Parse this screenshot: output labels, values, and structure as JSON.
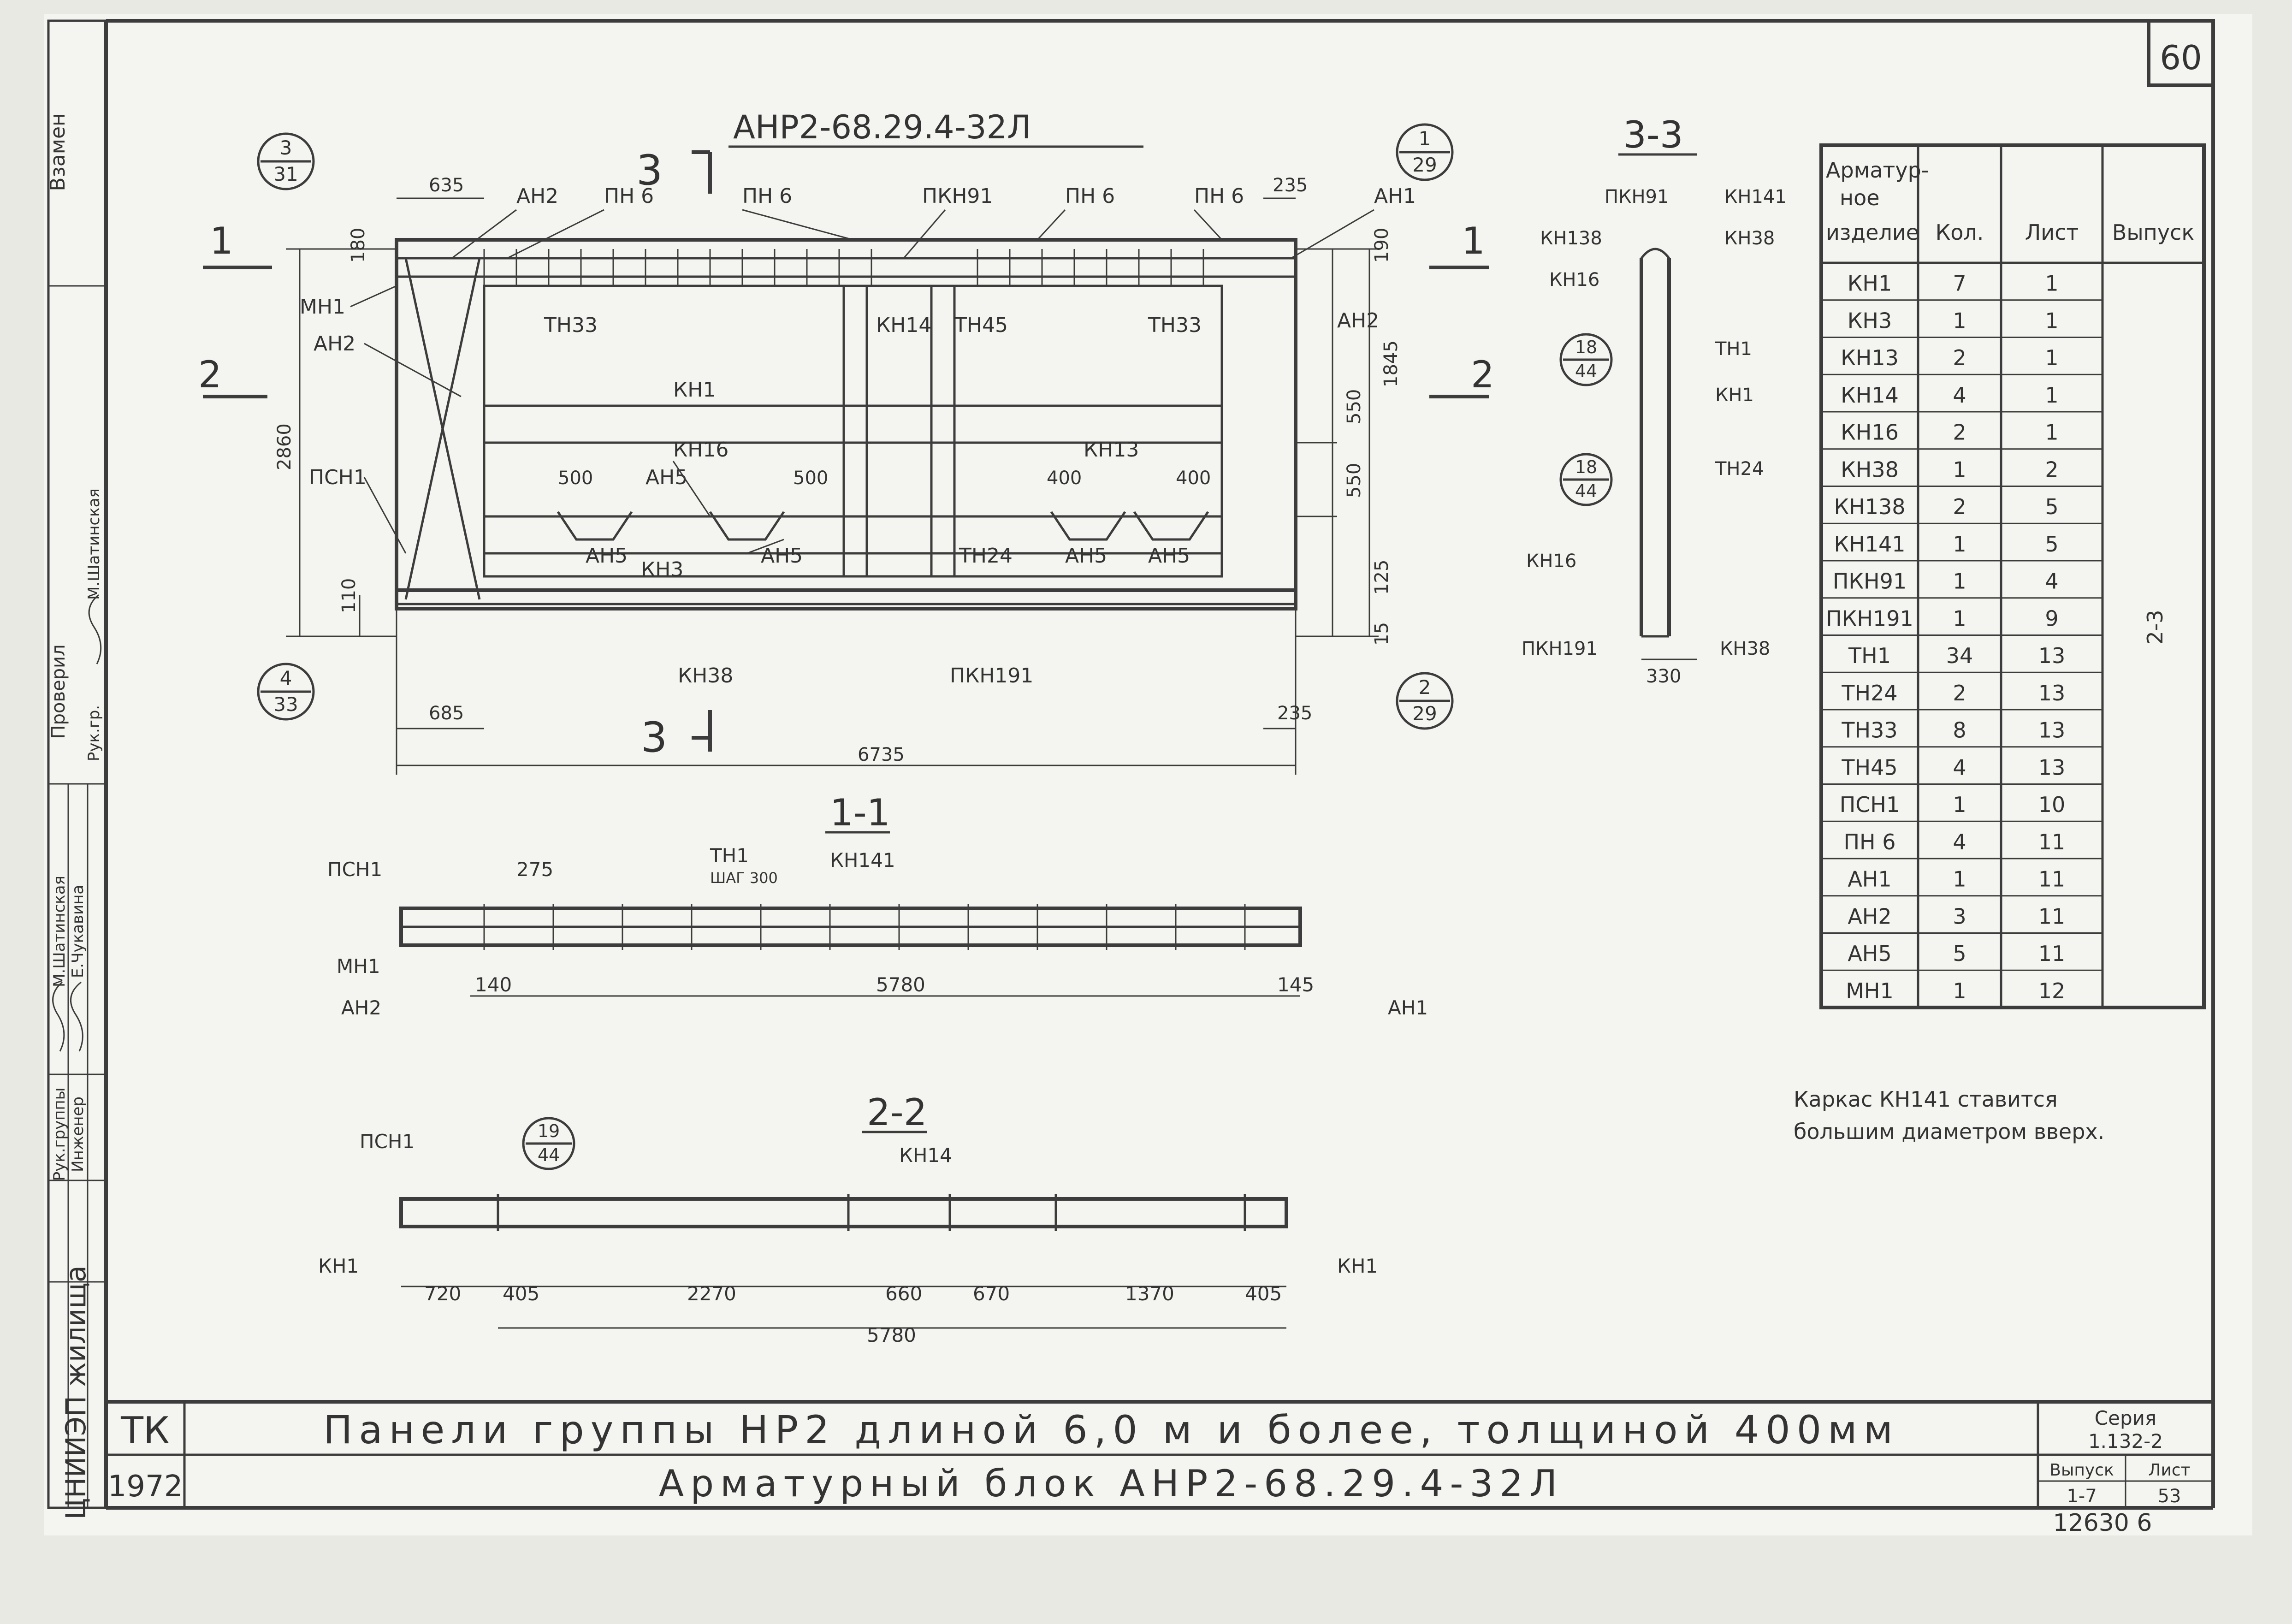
{
  "sheet": {
    "corner_number": "60",
    "bottom_note": "12630 6"
  },
  "main_view": {
    "title": "АНР2-68.29.4-32Л",
    "section_marks": {
      "s1_left": "1",
      "s1_right": "1",
      "s2_left": "2",
      "s2_right": "2",
      "s3_top": "3",
      "s3_bottom": "3"
    },
    "callouts": [
      {
        "top": "3",
        "bottom": "31"
      },
      {
        "top": "1",
        "bottom": "29"
      },
      {
        "top": "4",
        "bottom": "33"
      },
      {
        "top": "2",
        "bottom": "29"
      }
    ],
    "labels": {
      "ah2_top": "АН2",
      "pn6_a": "ПН 6",
      "pn6_b": "ПН 6",
      "pkn91": "ПКН91",
      "pn6_c": "ПН 6",
      "pn6_d": "ПН 6",
      "ah1": "АН1",
      "mn1": "МН1",
      "ah2_left": "АН2",
      "psn1": "ПСН1",
      "tn33_left": "ТН33",
      "kn14": "КН14",
      "tn45": "ТН45",
      "tn33_right": "ТН33",
      "ah2_right": "АН2",
      "kn1": "КН1",
      "kn16": "КН16",
      "kn13": "КН13",
      "ah5_a": "АН5",
      "ah5_b": "АН5",
      "kn3": "КН3",
      "ah5_c": "АН5",
      "tn24": "ТН24",
      "ah5_d": "АН5",
      "ah5_e": "АН5",
      "kn38": "КН38",
      "pkn191": "ПКН191"
    },
    "dims": {
      "d635": "635",
      "d235_top": "235",
      "d180": "180",
      "d190": "190",
      "d2860": "2860",
      "d1845": "1845",
      "d550_a": "550",
      "d550_b": "550",
      "d500_a": "500",
      "d500_b": "500",
      "d400_a": "400",
      "d400_b": "400",
      "d110": "110",
      "d125": "125",
      "d15": "15",
      "d685": "685",
      "d235_bot": "235",
      "d6735": "6735"
    }
  },
  "section_33": {
    "title": "3-3",
    "callouts": [
      {
        "top": "18",
        "bottom": "44"
      },
      {
        "top": "18",
        "bottom": "44"
      }
    ],
    "labels": {
      "pkn91": "ПКН91",
      "kn141": "КН141",
      "kn138": "КН138",
      "kn38_r": "КН38",
      "kn16_a": "КН16",
      "tn1": "ТН1",
      "kn1": "КН1",
      "tn24": "ТН24",
      "kn16_b": "КН16",
      "pkn191": "ПКН191",
      "kn38_b": "КН38"
    },
    "dims": {
      "d330": "330"
    }
  },
  "section_11": {
    "title": "1-1",
    "labels": {
      "psn1": "ПСН1",
      "tn1": "ТН1",
      "shag": "ШАГ 300",
      "kn141": "КН141",
      "mn1": "МН1",
      "ah2": "АН2",
      "ah1": "АН1"
    },
    "dims": {
      "d275": "275",
      "d140": "140",
      "d5780": "5780",
      "d145": "145"
    }
  },
  "section_22": {
    "title": "2-2",
    "callout": {
      "top": "19",
      "bottom": "44"
    },
    "labels": {
      "psn1": "ПСН1",
      "kn14": "КН14",
      "kn1_l": "КН1",
      "kn1_r": "КН1"
    },
    "dims": {
      "d720": "720",
      "d405_a": "405",
      "d2270": "2270",
      "d660": "660",
      "d670": "670",
      "d1370": "1370",
      "d405_b": "405",
      "d5780": "5780"
    }
  },
  "spec_table": {
    "headers": {
      "item_l1": "Арматур-",
      "item_l2": "ное",
      "item_l3": "изделие",
      "qty": "Кол.",
      "sheet": "Лист",
      "issue": "Выпуск"
    },
    "issue_value": "2-3",
    "rows": [
      {
        "item": "КН1",
        "qty": "7",
        "sheet": "1"
      },
      {
        "item": "КН3",
        "qty": "1",
        "sheet": "1"
      },
      {
        "item": "КН13",
        "qty": "2",
        "sheet": "1"
      },
      {
        "item": "КН14",
        "qty": "4",
        "sheet": "1"
      },
      {
        "item": "КН16",
        "qty": "2",
        "sheet": "1"
      },
      {
        "item": "КН38",
        "qty": "1",
        "sheet": "2"
      },
      {
        "item": "КН138",
        "qty": "2",
        "sheet": "5"
      },
      {
        "item": "КН141",
        "qty": "1",
        "sheet": "5"
      },
      {
        "item": "ПКН91",
        "qty": "1",
        "sheet": "4"
      },
      {
        "item": "ПКН191",
        "qty": "1",
        "sheet": "9"
      },
      {
        "item": "ТН1",
        "qty": "34",
        "sheet": "13"
      },
      {
        "item": "ТН24",
        "qty": "2",
        "sheet": "13"
      },
      {
        "item": "ТН33",
        "qty": "8",
        "sheet": "13"
      },
      {
        "item": "ТН45",
        "qty": "4",
        "sheet": "13"
      },
      {
        "item": "ПСН1",
        "qty": "1",
        "sheet": "10"
      },
      {
        "item": "ПН 6",
        "qty": "4",
        "sheet": "11"
      },
      {
        "item": "АН1",
        "qty": "1",
        "sheet": "11"
      },
      {
        "item": "АН2",
        "qty": "3",
        "sheet": "11"
      },
      {
        "item": "АН5",
        "qty": "5",
        "sheet": "11"
      },
      {
        "item": "МН1",
        "qty": "1",
        "sheet": "12"
      }
    ]
  },
  "note": {
    "line1": "Каркас КН141 ставится",
    "line2": "большим диаметром вверх."
  },
  "left_stamp": {
    "top_label": "Взамен",
    "org": "ЦНИИЭП жилища",
    "roles": [
      "Рук.группы",
      "Инженер"
    ],
    "names_1": [
      "М.Шатинская",
      "Е.Чукавина"
    ],
    "check_header": "Проверил",
    "check_roles": [
      "Рук.гр."
    ],
    "check_names": [
      "М.Шатинская"
    ]
  },
  "title_block": {
    "org": "ТК",
    "year": "1972",
    "line1": "Панели группы НР2 длиной 6,0 м и более, толщиной 400мм",
    "line2": "Арматурный блок АНР2-68.29.4-32Л",
    "series_label": "Серия",
    "series_value": "1.132-2",
    "issue_label": "Выпуск",
    "issue_value": "1-7",
    "sheet_label": "Лист",
    "sheet_value": "53"
  }
}
